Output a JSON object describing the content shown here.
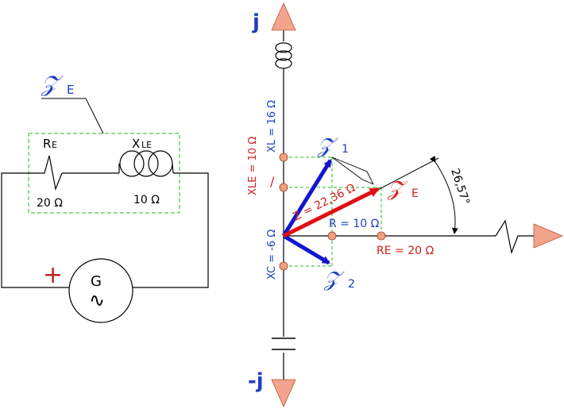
{
  "colors": {
    "wire": "#000000",
    "dash": "#22bb22",
    "blue_text": "#1f3fbf",
    "red_text": "#d02020",
    "blue_vec": "#1515d0",
    "red_vec": "#e01010",
    "node_fill": "#f0a080",
    "arrow_fill": "#f2a48c",
    "gen_plus": "#c02020"
  },
  "icons": {
    "generator": "ac-source-icon",
    "inductor": "inductor-coil-icon",
    "capacitor": "capacitor-icon",
    "resistor": "resistor-zigzag-icon"
  },
  "left_circuit": {
    "ze_symbol": "𝒵",
    "ze_sub": "E",
    "re_label_main": "R",
    "re_label_sub": "E",
    "re_value": "20 Ω",
    "xle_label_main": "X",
    "xle_label_sub": "LE",
    "xle_value": "10 Ω",
    "plus_sign": "+",
    "generator_label": "G",
    "generator_wave": "∿"
  },
  "phasor": {
    "j_top": "j",
    "j_bottom": "-j",
    "xl_label": "XL = 16 Ω",
    "xle_label": "XLE = 10 Ω",
    "xc_label": "XC = -6 Ω",
    "r_label": "R = 10 Ω",
    "re_label": "RE = 20 Ω",
    "z_label": "Z = 22,36 Ω",
    "angle_label": "26,57°",
    "slash": "/",
    "z1_symbol": "𝒵",
    "z1_sub": "1",
    "z2_symbol": "𝒵",
    "z2_sub": "2",
    "ze_symbol": "𝒵",
    "ze_sub": "E"
  }
}
